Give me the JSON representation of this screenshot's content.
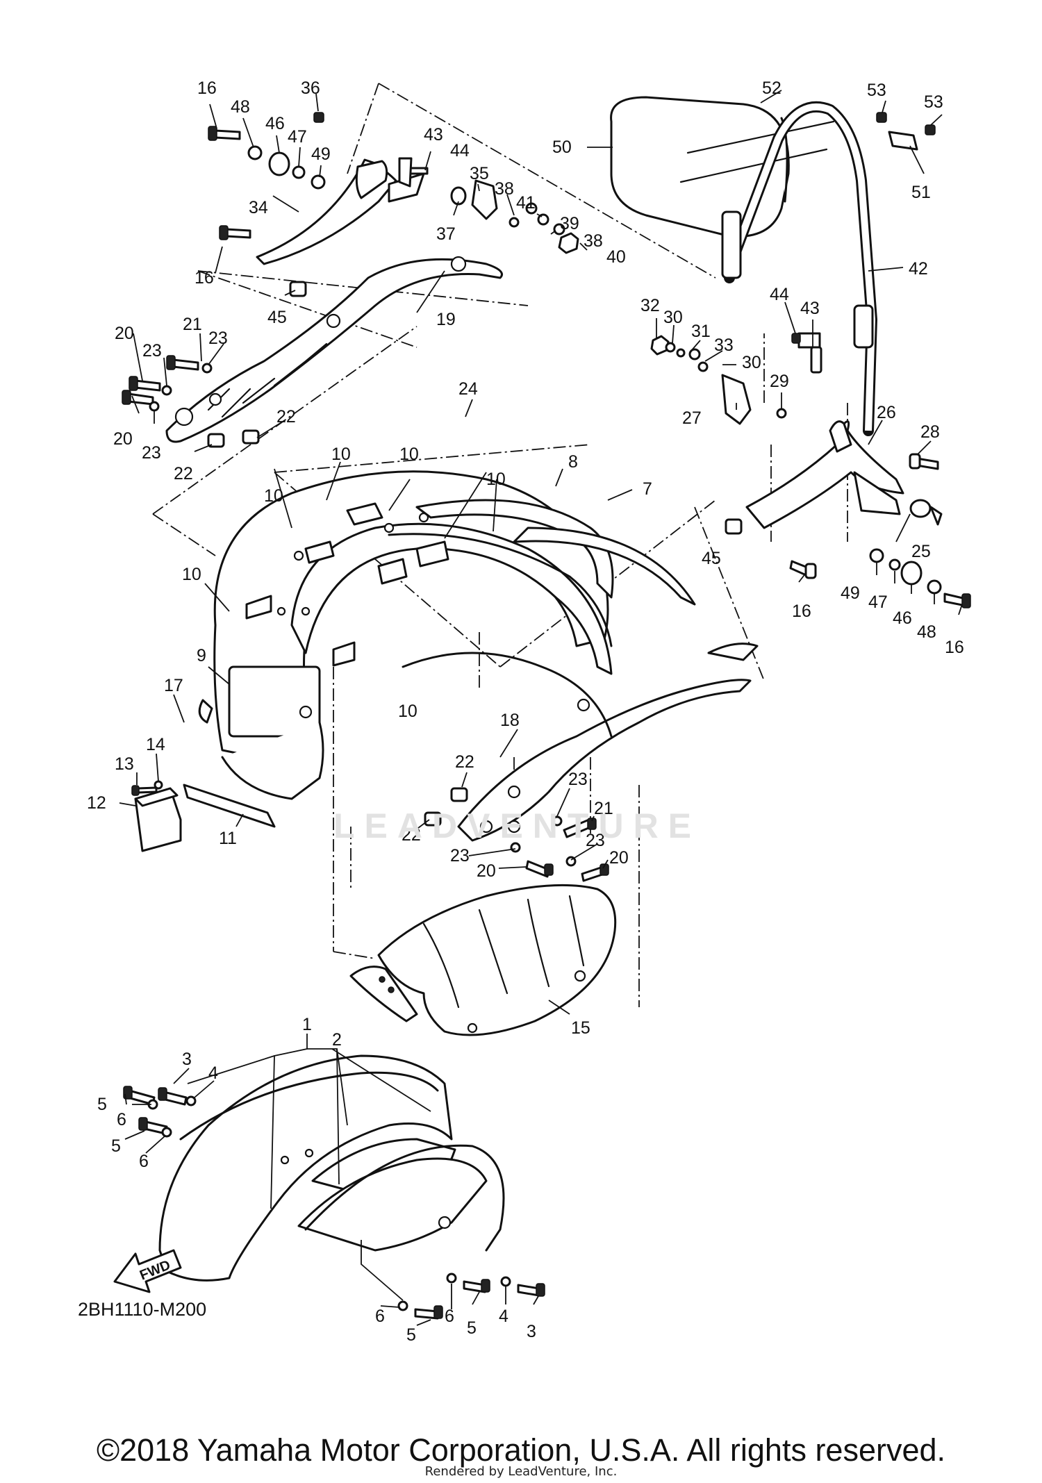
{
  "diagram": {
    "code": "2BH1110-M200",
    "fwd_label": "FWD",
    "copyright": "©2018 Yamaha Motor Corporation, U.S.A. All rights reserved.",
    "rendered_by": "Rendered by LeadVenture, Inc.",
    "watermark": "LEADVENTURE",
    "callouts": [
      {
        "id": "c16a",
        "t": "16"
      },
      {
        "id": "c48a",
        "t": "48"
      },
      {
        "id": "c36",
        "t": "36"
      },
      {
        "id": "c46a",
        "t": "46"
      },
      {
        "id": "c47a",
        "t": "47"
      },
      {
        "id": "c49a",
        "t": "49"
      },
      {
        "id": "c43a",
        "t": "43"
      },
      {
        "id": "c44a",
        "t": "44"
      },
      {
        "id": "c35",
        "t": "35"
      },
      {
        "id": "c38a",
        "t": "38"
      },
      {
        "id": "c41",
        "t": "41"
      },
      {
        "id": "c39",
        "t": "39"
      },
      {
        "id": "c38b",
        "t": "38"
      },
      {
        "id": "c40",
        "t": "40"
      },
      {
        "id": "c37",
        "t": "37"
      },
      {
        "id": "c34",
        "t": "34"
      },
      {
        "id": "c16b",
        "t": "16"
      },
      {
        "id": "c45a",
        "t": "45"
      },
      {
        "id": "c19",
        "t": "19"
      },
      {
        "id": "c20a",
        "t": "20"
      },
      {
        "id": "c21a",
        "t": "21"
      },
      {
        "id": "c23a",
        "t": "23"
      },
      {
        "id": "c23b",
        "t": "23"
      },
      {
        "id": "c20b",
        "t": "20"
      },
      {
        "id": "c23c",
        "t": "23"
      },
      {
        "id": "c22a",
        "t": "22"
      },
      {
        "id": "c22b",
        "t": "22"
      },
      {
        "id": "c52",
        "t": "52"
      },
      {
        "id": "c50",
        "t": "50"
      },
      {
        "id": "c53a",
        "t": "53"
      },
      {
        "id": "c53b",
        "t": "53"
      },
      {
        "id": "c51",
        "t": "51"
      },
      {
        "id": "c42",
        "t": "42"
      },
      {
        "id": "c32",
        "t": "32"
      },
      {
        "id": "c30a",
        "t": "30"
      },
      {
        "id": "c31",
        "t": "31"
      },
      {
        "id": "c33",
        "t": "33"
      },
      {
        "id": "c30b",
        "t": "30"
      },
      {
        "id": "c44b",
        "t": "44"
      },
      {
        "id": "c43b",
        "t": "43"
      },
      {
        "id": "c29",
        "t": "29"
      },
      {
        "id": "c27",
        "t": "27"
      },
      {
        "id": "c26",
        "t": "26"
      },
      {
        "id": "c28",
        "t": "28"
      },
      {
        "id": "c24",
        "t": "24"
      },
      {
        "id": "c10a",
        "t": "10"
      },
      {
        "id": "c10b",
        "t": "10"
      },
      {
        "id": "c10c",
        "t": "10"
      },
      {
        "id": "c8",
        "t": "8"
      },
      {
        "id": "c7",
        "t": "7"
      },
      {
        "id": "c10d",
        "t": "10"
      },
      {
        "id": "c10e",
        "t": "10"
      },
      {
        "id": "c10f",
        "t": "10"
      },
      {
        "id": "c45b",
        "t": "45"
      },
      {
        "id": "c25",
        "t": "25"
      },
      {
        "id": "c16c",
        "t": "16"
      },
      {
        "id": "c49b",
        "t": "49"
      },
      {
        "id": "c47b",
        "t": "47"
      },
      {
        "id": "c46b",
        "t": "46"
      },
      {
        "id": "c48b",
        "t": "48"
      },
      {
        "id": "c16d",
        "t": "16"
      },
      {
        "id": "c9",
        "t": "9"
      },
      {
        "id": "c17",
        "t": "17"
      },
      {
        "id": "c13",
        "t": "13"
      },
      {
        "id": "c14",
        "t": "14"
      },
      {
        "id": "c12",
        "t": "12"
      },
      {
        "id": "c11",
        "t": "11"
      },
      {
        "id": "c18",
        "t": "18"
      },
      {
        "id": "c22c",
        "t": "22"
      },
      {
        "id": "c22d",
        "t": "22"
      },
      {
        "id": "c23d",
        "t": "23"
      },
      {
        "id": "c21b",
        "t": "21"
      },
      {
        "id": "c23e",
        "t": "23"
      },
      {
        "id": "c23f",
        "t": "23"
      },
      {
        "id": "c20c",
        "t": "20"
      },
      {
        "id": "c20d",
        "t": "20"
      },
      {
        "id": "c15",
        "t": "15"
      },
      {
        "id": "c1",
        "t": "1"
      },
      {
        "id": "c2",
        "t": "2"
      },
      {
        "id": "c3a",
        "t": "3"
      },
      {
        "id": "c4a",
        "t": "4"
      },
      {
        "id": "c5a",
        "t": "5"
      },
      {
        "id": "c6a",
        "t": "6"
      },
      {
        "id": "c5b",
        "t": "5"
      },
      {
        "id": "c6b",
        "t": "6"
      },
      {
        "id": "c6c",
        "t": "6"
      },
      {
        "id": "c5c",
        "t": "5"
      },
      {
        "id": "c6d",
        "t": "6"
      },
      {
        "id": "c5d",
        "t": "5"
      },
      {
        "id": "c4b",
        "t": "4"
      },
      {
        "id": "c3b",
        "t": "3"
      }
    ]
  }
}
